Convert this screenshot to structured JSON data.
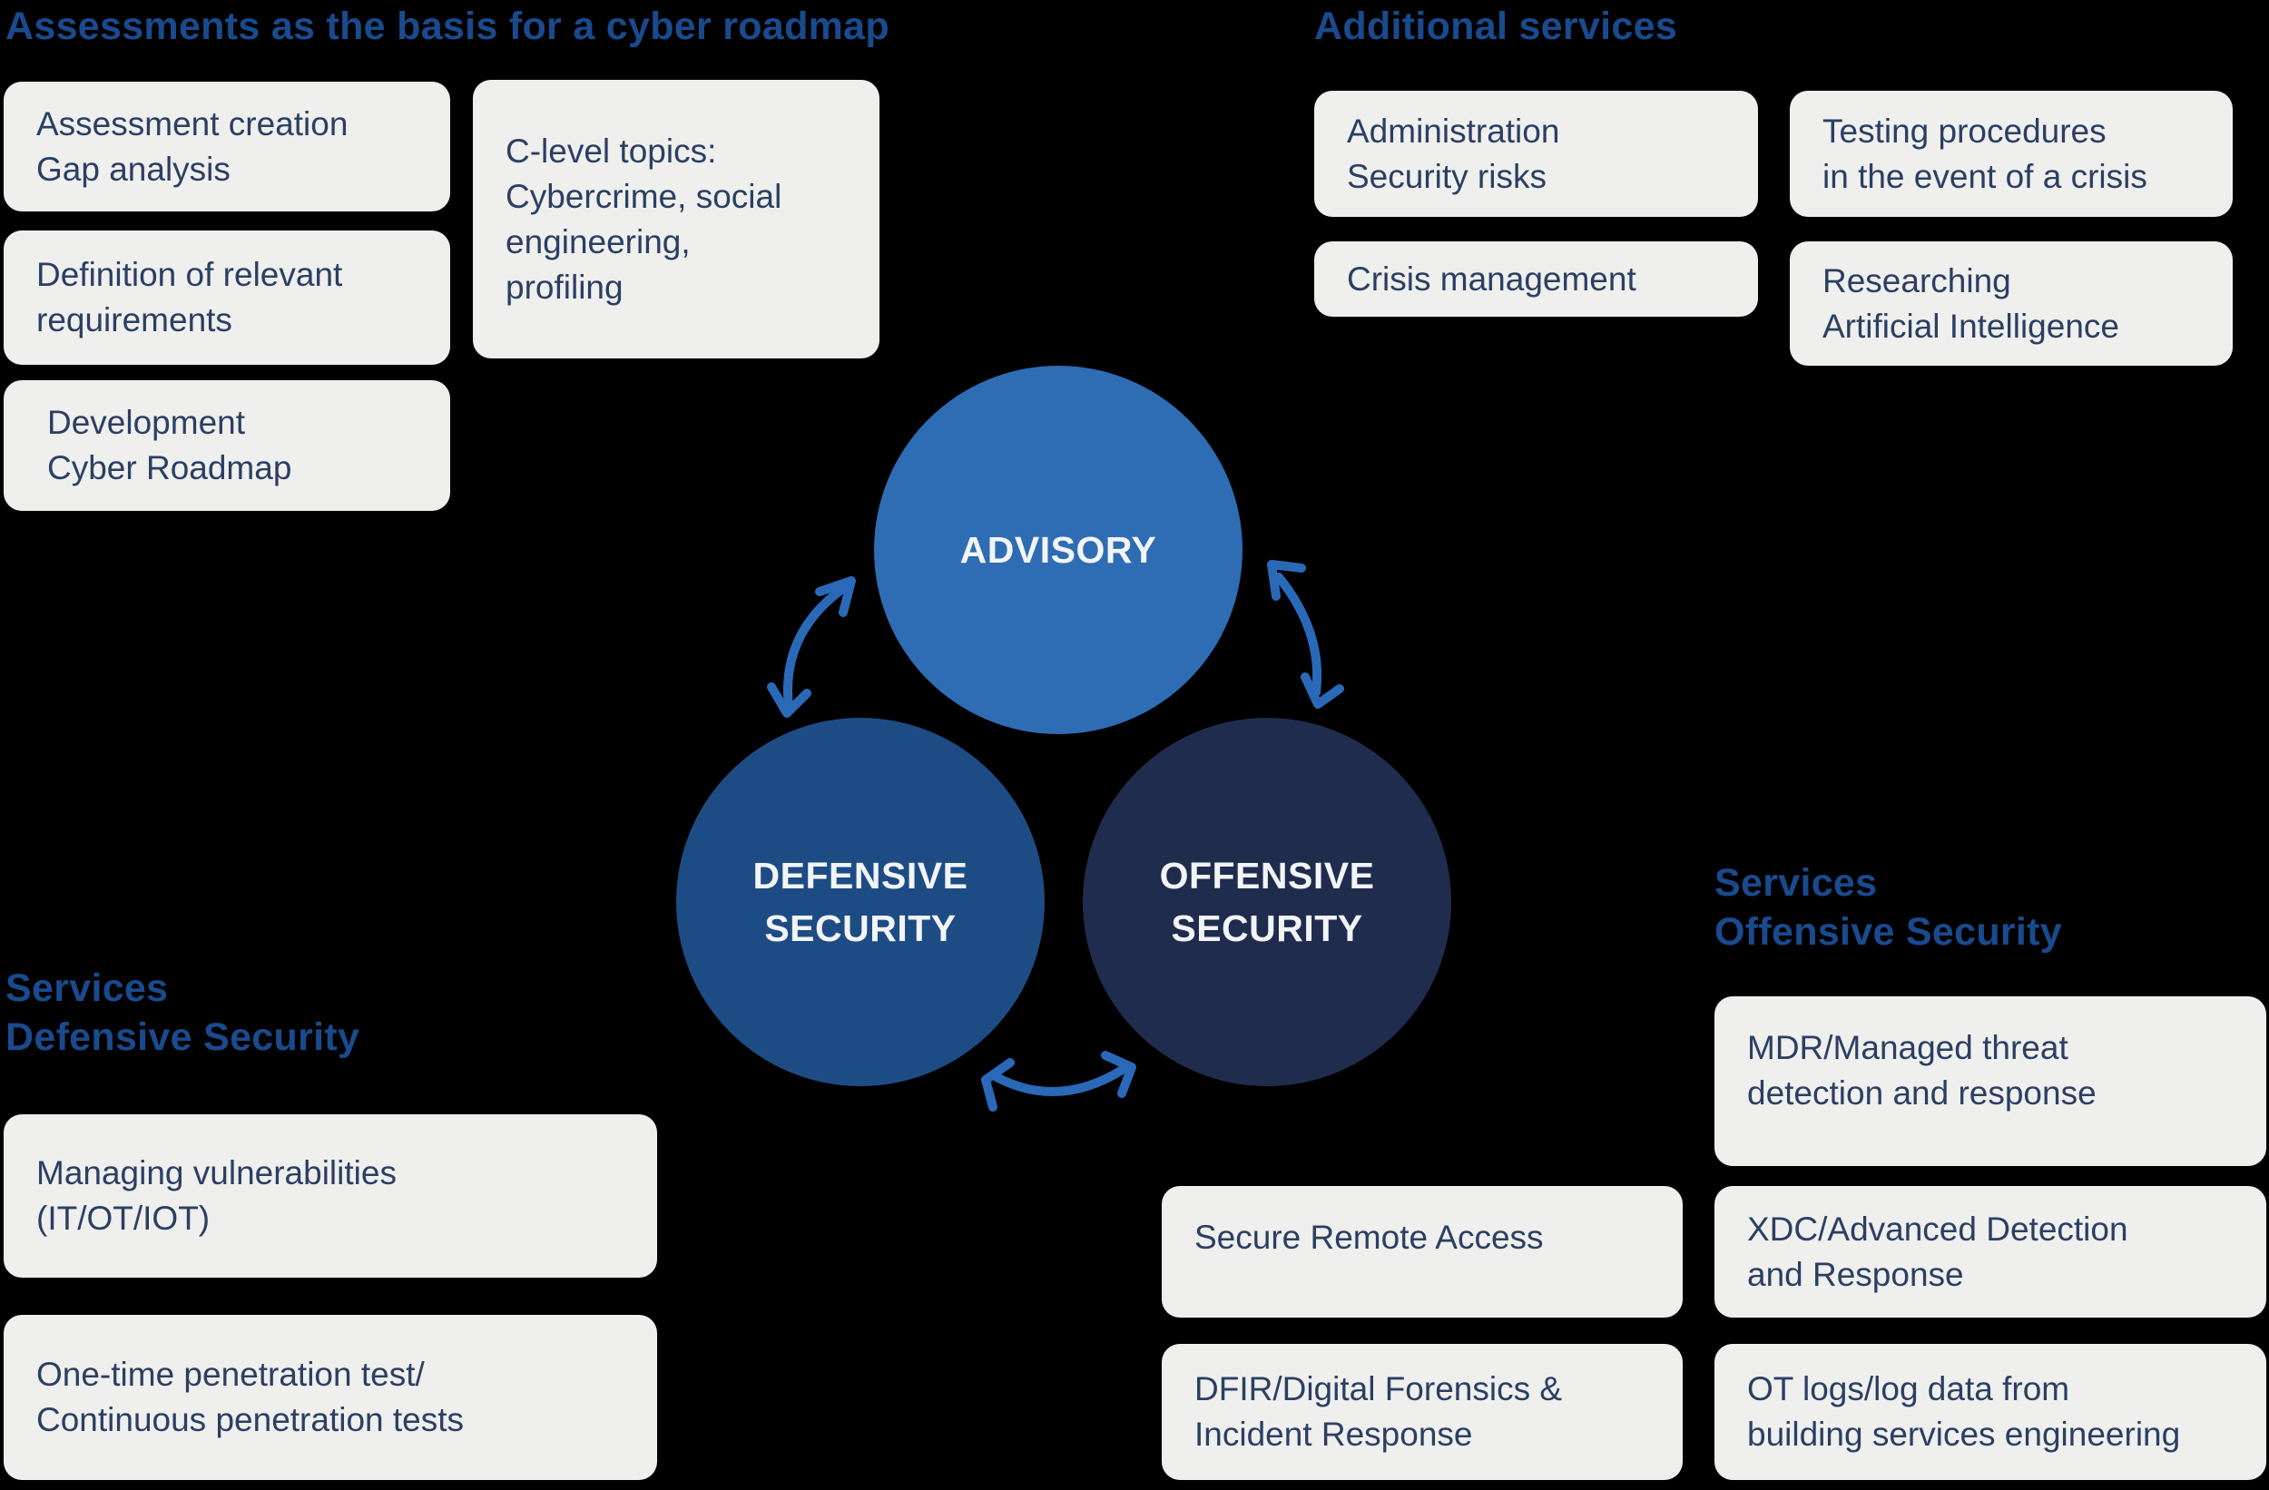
{
  "colors": {
    "background": "#000000",
    "heading": "#1a4a8e",
    "box_bg": "#efefed",
    "box_text": "#2b3f63",
    "advisory": "#2e6cb4",
    "defensive": "#1d4c85",
    "offensive": "#202c4e",
    "circle_text": "#f2f4f6",
    "arrow": "#2a69b8"
  },
  "headings": {
    "assessments": "Assessments as the basis for a cyber roadmap",
    "additional": "Additional services",
    "defensive": "Services\nDefensive Security",
    "offensive": "Services\nOffensive Security"
  },
  "circles": {
    "advisory": "ADVISORY",
    "defensive": "DEFENSIVE\nSECURITY",
    "offensive": "OFFENSIVE\nSECURITY"
  },
  "boxes": {
    "assessment": "Assessment creation\nGap analysis",
    "clevel": "C-level topics:\nCybercrime, social\nengineering,\nprofiling",
    "definition": "Definition of relevant\nrequirements",
    "development": "Development\nCyber Roadmap",
    "administration": "Administration\nSecurity risks",
    "testing": "Testing procedures\nin the event of a crisis",
    "crisis": "Crisis management",
    "researching": "Researching\nArtificial Intelligence",
    "managing": "Managing vulnerabilities\n(IT/OT/IOT)",
    "onetime": "One-time penetration test/\nContinuous penetration tests",
    "secure": "Secure Remote Access",
    "dfir": "DFIR/Digital Forensics &\nIncident Response",
    "mdr": "MDR/Managed threat\ndetection and response",
    "xdc": "XDC/Advanced Detection\nand Response",
    "otlogs": "OT logs/log data from\nbuilding services engineering"
  }
}
